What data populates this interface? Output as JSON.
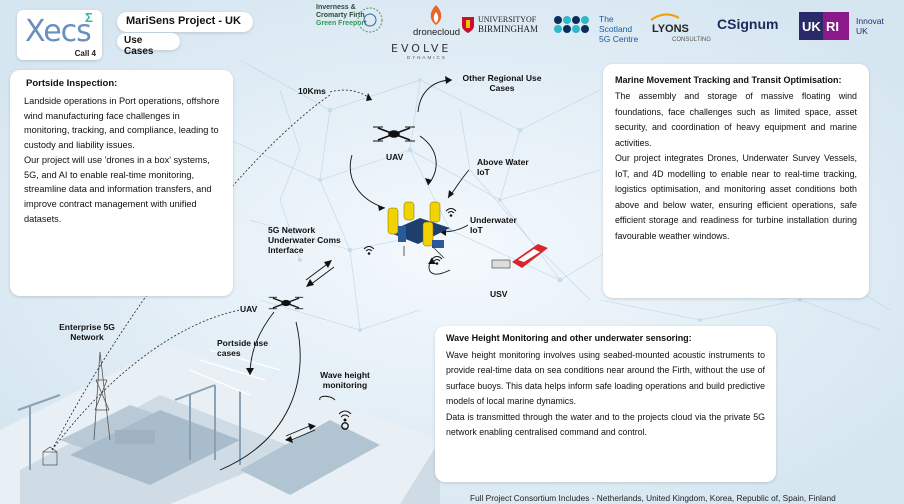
{
  "header": {
    "xecs_logo": "Xecs",
    "call": "Call 4",
    "project_title": "MariSens Project -  UK",
    "use_cases": "Use Cases"
  },
  "logos": {
    "inverness": [
      "Inverness &",
      "Cromarty Firth",
      "Green Freeport"
    ],
    "dronecloud": "dronecloud",
    "evolve": "EVOLVE",
    "evolve_sub": "DYNAMICS",
    "birmingham_1": "UNIVERSITYOF",
    "birmingham_2": "BIRMINGHAM",
    "scotland_5g_1": "The Scotland",
    "scotland_5g_2": "5G Centre",
    "lyons_1": "LYONS",
    "lyons_2": "CONSULTING",
    "csignum": "CSignum",
    "ukri_1": "Innovat",
    "ukri_2": "UK"
  },
  "left_panel": {
    "title": "Portside Inspection:",
    "p1": "Landside operations in Port operations, offshore wind manufacturing face challenges in monitoring, tracking, and compliance, leading to custody and liability issues.",
    "p2": "Our project will use 'drones in a box' systems, 5G, and AI to enable real-time monitoring, streamline data and information transfers, and improve contract management with unified datasets."
  },
  "right_panel": {
    "title": "Marine Movement Tracking and Transit Optimisation:",
    "p1": "The assembly and storage of massive floating wind foundations, face challenges such as limited space, asset security, and coordination of heavy equipment and marine activities.",
    "p2": "Our project integrates Drones, Underwater Survey Vessels, IoT, and 4D modelling to enable near to real-time tracking, logistics optimisation, and monitoring asset conditions both above and below water, ensuring efficient operations, safe efficient storage and readiness for turbine installation during favourable weather windows."
  },
  "bottom_panel": {
    "title": "Wave Height Monitoring and other underwater sensoring:",
    "p1": "Wave height monitoring involves using seabed-mounted acoustic instruments to provide real-time data on sea conditions near around the Firth, without the use of surface buoys. This data helps inform safe loading operations and build predictive models of local marine dynamics.",
    "p2": "Data is transmitted through the water and to the projects cloud via the private 5G network enabling centralised command and control."
  },
  "diagram": {
    "km": "10Kms",
    "other_regional": "Other Regional Use Cases",
    "uav_top": "UAV",
    "above_water": "Above Water IoT",
    "underwater": "Underwater IoT",
    "network_5g": "5G Network Underwater Coms Interface",
    "usv": "USV",
    "uav_mid": "UAV",
    "portside": "Portside use cases",
    "enterprise": "Enterprise 5G Network",
    "wave": "Wave height monitoring"
  },
  "footer": "Full Project Consortium Includes - Netherlands, United Kingdom, Korea, Republic of, Spain, Finland",
  "colors": {
    "background": "#dbe9f3",
    "buoy_yellow": "#f2d200",
    "usv_red": "#d8262e",
    "dronecloud_orange": "#e8662a"
  }
}
